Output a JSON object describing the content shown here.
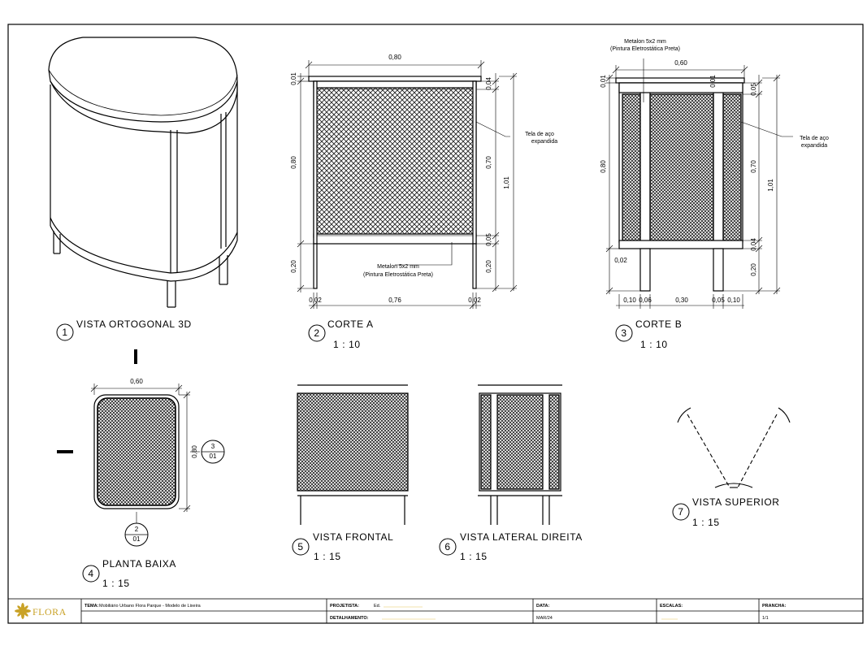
{
  "views": {
    "v1": {
      "num": "1",
      "title": "VISTA ORTOGONAL 3D"
    },
    "v2": {
      "num": "2",
      "title": "CORTE A",
      "scale": "1 : 10"
    },
    "v3": {
      "num": "3",
      "title": "CORTE B",
      "scale": "1 : 10"
    },
    "v4": {
      "num": "4",
      "title": "PLANTA BAIXA",
      "scale": "1 : 15"
    },
    "v5": {
      "num": "5",
      "title": "VISTA FRONTAL",
      "scale": "1 : 15"
    },
    "v6": {
      "num": "6",
      "title": "VISTA LATERAL DIREITA",
      "scale": "1 : 15"
    },
    "v7": {
      "num": "7",
      "title": "VISTA SUPERIOR",
      "scale": "1 : 15"
    }
  },
  "corte_a": {
    "top_width": "0,80",
    "top_thick": "0,01",
    "body_height": "0,80",
    "leg_height": "0,20",
    "right_top": "0,04",
    "right_mesh": "0,70",
    "right_bottom": "0,05",
    "right_leg": "0,20",
    "total_height": "1,01",
    "bottom_left": "0,02",
    "bottom_mid": "0,76",
    "bottom_right": "0,02",
    "note_mesh_1": "Tela de aço",
    "note_mesh_2": "expandida",
    "note_metalon_1": "Metalon 5x2 mm",
    "note_metalon_2": "(Pintura Eletrostática Preta)"
  },
  "corte_b": {
    "top_width": "0,60",
    "top_thick": "0,01",
    "top_thick_2": "0,01",
    "body_height": "0,80",
    "left_leg": "0,02",
    "right_top": "0,05",
    "right_mesh": "0,70",
    "right_bottom": "0,04",
    "right_leg": "0,20",
    "total_height": "1,01",
    "b1": "0,10",
    "b2": "0,06",
    "b3": "0,30",
    "b4": "0,05",
    "b5": "0,10",
    "note_metalon_1": "Metalon 5x2 mm",
    "note_metalon_2": "(Pintura Eletrostática Preta)",
    "note_mesh_1": "Tela de aço",
    "note_mesh_2": "expandida"
  },
  "planta": {
    "width": "0,60",
    "depth": "0,80",
    "cut_b_num": "3",
    "cut_b_sheet": "01",
    "cut_a_num": "2",
    "cut_a_sheet": "01"
  },
  "title_block": {
    "logo": "FLORA",
    "tema_label": "TEMA:",
    "tema_value": "Mobiliário Urbano Flora Parque - Modelo de Lixeira",
    "projetista_label": "PROJETISTA:",
    "projetista_value": "Ed.",
    "detalhamento_label": "DETALHAMENTO:",
    "data_label": "DATA:",
    "data_value": "MAR/24",
    "escalas_label": "ESCALAS:",
    "prancha_label": "PRANCHA:",
    "prancha_value": "1/1"
  }
}
